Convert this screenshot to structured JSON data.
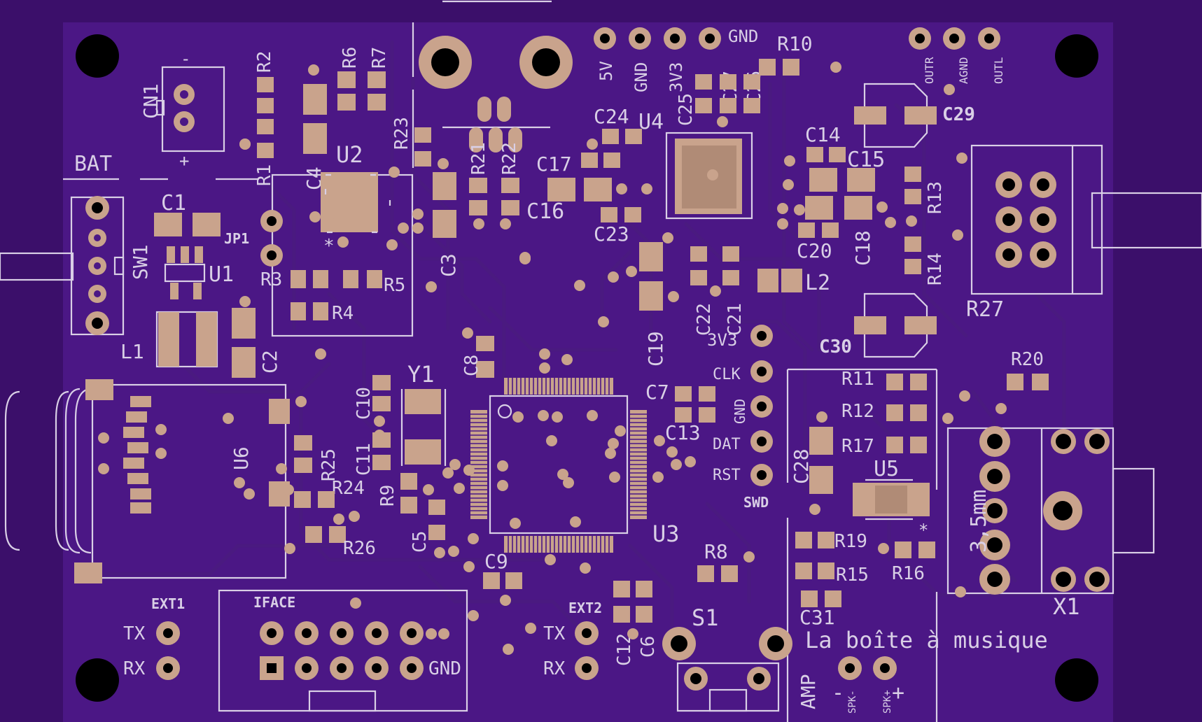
{
  "colors": {
    "board_bg": "#3b0f6a",
    "board_inner": "#4b1785",
    "silkscreen": "#d9cfe6",
    "copper": "#c9a38c",
    "hole": "#000000"
  },
  "texts": {
    "bat": "BAT",
    "cn1": "CN1",
    "cn1_minus": "-",
    "cn1_plus": "+",
    "sw1": "SW1",
    "l1": "L1",
    "c1": "C1",
    "c2": "C2",
    "u1": "U1",
    "jp1": "JP1",
    "r1": "R1",
    "r2": "R2",
    "r3": "R3",
    "r4": "R4",
    "r5": "R5",
    "r6": "R6",
    "r7": "R7",
    "c3": "C3",
    "c4": "C4",
    "u2": "U2",
    "r21": "R21",
    "r22": "R22",
    "r23": "R23",
    "c16": "C16",
    "c17": "C17",
    "c23": "C23",
    "c24": "C24",
    "c25": "C25",
    "c26": "C26",
    "c27": "C27",
    "u4": "U4",
    "r10": "R10",
    "hdr_5v": "5V",
    "hdr_gnd": "GND",
    "hdr_3v3": "3V3",
    "hdr_gnd2": "GND",
    "outr": "OUTR",
    "agnd": "AGND",
    "outl": "OUTL",
    "c29": "C29",
    "c14": "C14",
    "c15": "C15",
    "c18": "C18",
    "c20": "C20",
    "r13": "R13",
    "r14": "R14",
    "r27": "R27",
    "l2": "L2",
    "c19": "C19",
    "c22": "C22",
    "c21": "C21",
    "c30": "C30",
    "swd_3v3": "3V3",
    "swd_clk": "CLK",
    "swd_gnd": "GND",
    "swd_dat": "DAT",
    "swd_rst": "RST",
    "swd": "SWD",
    "c8": "C8",
    "y1": "Y1",
    "c10": "C10",
    "c11": "C11",
    "c7": "C7",
    "c13": "C13",
    "u6": "U6",
    "r25": "R25",
    "r24": "R24",
    "r9": "R9",
    "c5": "C5",
    "r26": "R26",
    "c9": "C9",
    "u3": "U3",
    "r8": "R8",
    "r11": "R11",
    "r12": "R12",
    "r17": "R17",
    "c28": "C28",
    "u5": "U5",
    "r19": "R19",
    "r15": "R15",
    "r16": "R16",
    "c31": "C31",
    "r20": "R20",
    "jack": "3,5mm",
    "x1": "X1",
    "ext1": "EXT1",
    "ext1_tx": "TX",
    "ext1_rx": "RX",
    "iface": "IFACE",
    "iface_gnd": "GND",
    "ext2": "EXT2",
    "ext2_tx": "TX",
    "ext2_rx": "RX",
    "c12": "C12",
    "c6": "C6",
    "s1": "S1",
    "title": "La boîte à musique",
    "amp": "AMP",
    "spk_minus": "SPK-",
    "spk_plus": "SPK+",
    "minus_sym": "-",
    "plus_sym": "+"
  }
}
